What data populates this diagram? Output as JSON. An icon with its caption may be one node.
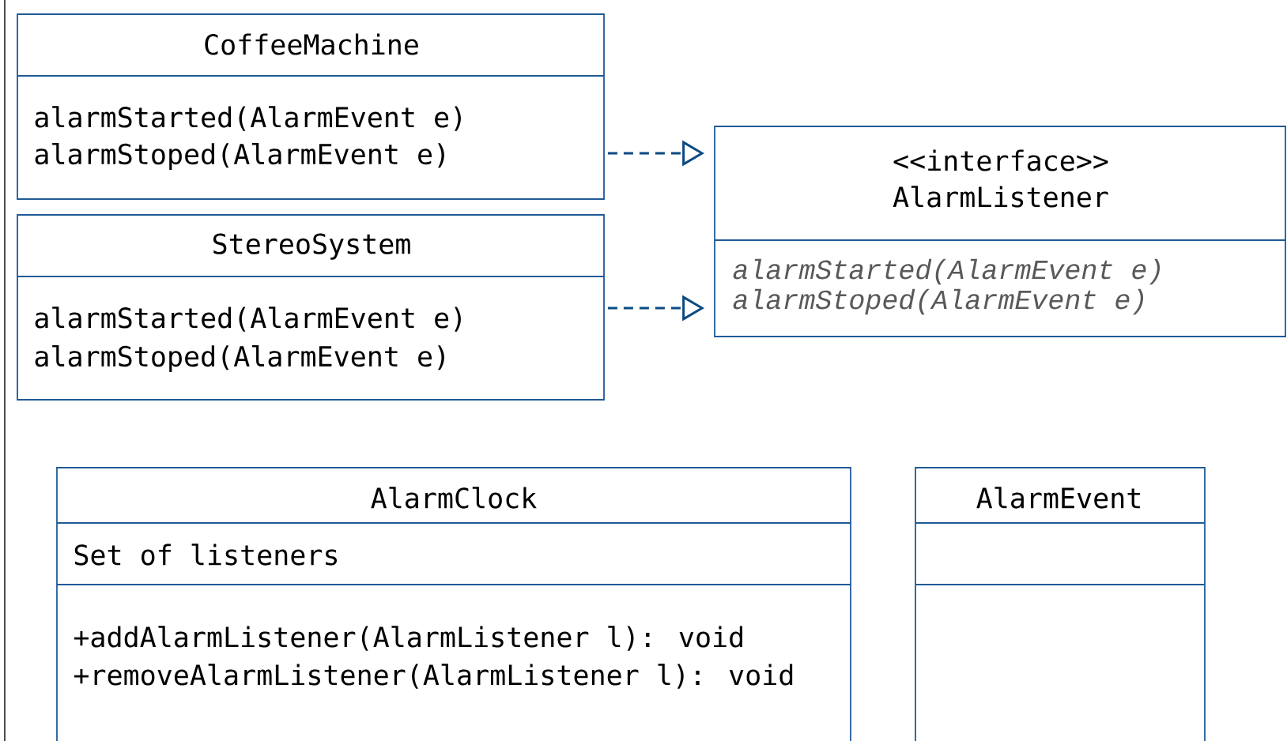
{
  "diagram": {
    "nodes": [
      {
        "text": [
          "CoffeeMachine",
          "alarmStarted(AlarmEvent e)",
          "alarmStoped(AlarmEvent e)"
        ]
      },
      {
        "text": [
          "StereoSystem",
          "alarmStarted(AlarmEvent e)",
          "alarmStoped(AlarmEvent e)"
        ]
      },
      {
        "text": [
          "<<interface>> AlarmListener",
          "alarmStarted(AlarmEvent e)",
          "alarmStoped(AlarmEvent e)"
        ]
      },
      {
        "text": [
          "AlarmClock",
          "Set of listeners",
          "+addAlarmListener(AlarmListener l): void",
          "+removeAlarmListener(AlarmListener l): void"
        ]
      },
      {
        "text": [
          "AlarmEvent"
        ]
      }
    ],
    "edges": [
      {
        "from": 0,
        "to": 2,
        "arrow": "to",
        "style": "dashed"
      },
      {
        "from": 1,
        "to": 2,
        "arrow": "to",
        "style": "dashed"
      }
    ]
  }
}
